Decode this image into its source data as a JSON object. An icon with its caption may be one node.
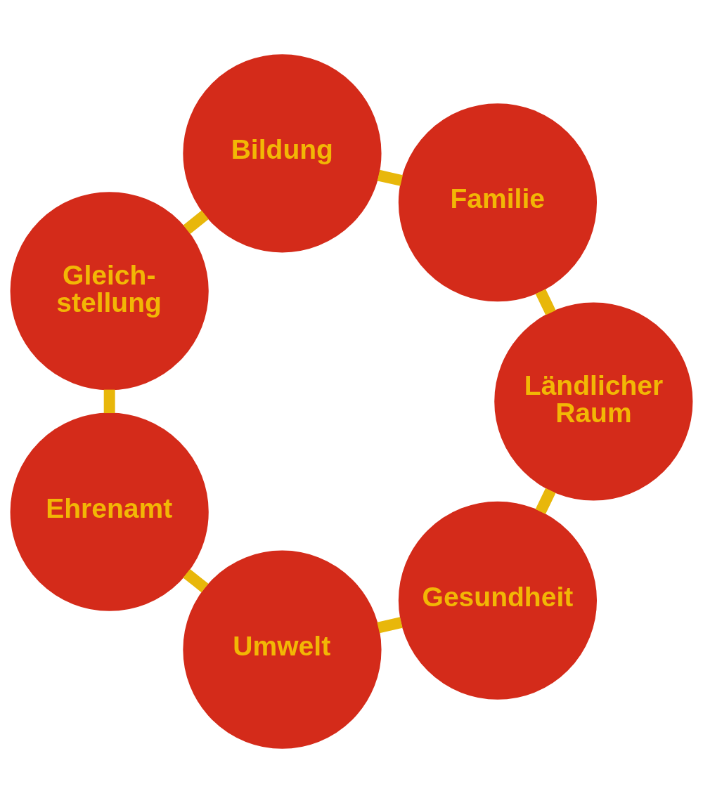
{
  "diagram": {
    "nodes": [
      {
        "text": [
          "Bildung"
        ]
      },
      {
        "text": [
          "Familie"
        ]
      },
      {
        "text": [
          "Ländlicher Raum"
        ]
      },
      {
        "text": [
          "Gesundheit"
        ]
      },
      {
        "text": [
          "Umwelt"
        ]
      },
      {
        "text": [
          "Ehrenamt"
        ]
      },
      {
        "text": [
          "Gleich- stellung"
        ]
      }
    ],
    "edges": [
      {
        "from": 0,
        "to": 1,
        "arrow": "none"
      },
      {
        "from": 1,
        "to": 2,
        "arrow": "none"
      },
      {
        "from": 2,
        "to": 3,
        "arrow": "none"
      },
      {
        "from": 3,
        "to": 4,
        "arrow": "none"
      },
      {
        "from": 4,
        "to": 5,
        "arrow": "none"
      },
      {
        "from": 5,
        "to": 6,
        "arrow": "none"
      },
      {
        "from": 6,
        "to": 0,
        "arrow": "none"
      }
    ]
  }
}
